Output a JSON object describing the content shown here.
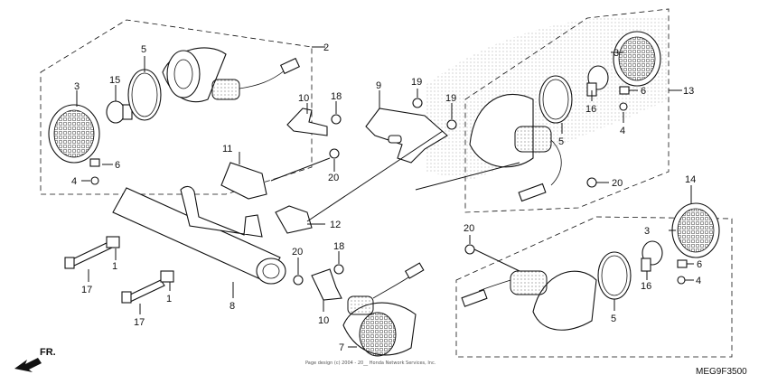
{
  "diagram": {
    "callouts": [
      "1",
      "1",
      "2",
      "3",
      "3",
      "3",
      "4",
      "4",
      "4",
      "5",
      "5",
      "5",
      "6",
      "6",
      "6",
      "7",
      "8",
      "9",
      "10",
      "10",
      "11",
      "12",
      "13",
      "14",
      "15",
      "16",
      "16",
      "17",
      "17",
      "18",
      "18",
      "19",
      "19",
      "20",
      "20",
      "20",
      "20"
    ],
    "copyright": "Page design (c) 2004 - 20__ Honda Network Services, Inc.",
    "part_code": "MEG9F3500",
    "front_label": "FR."
  }
}
